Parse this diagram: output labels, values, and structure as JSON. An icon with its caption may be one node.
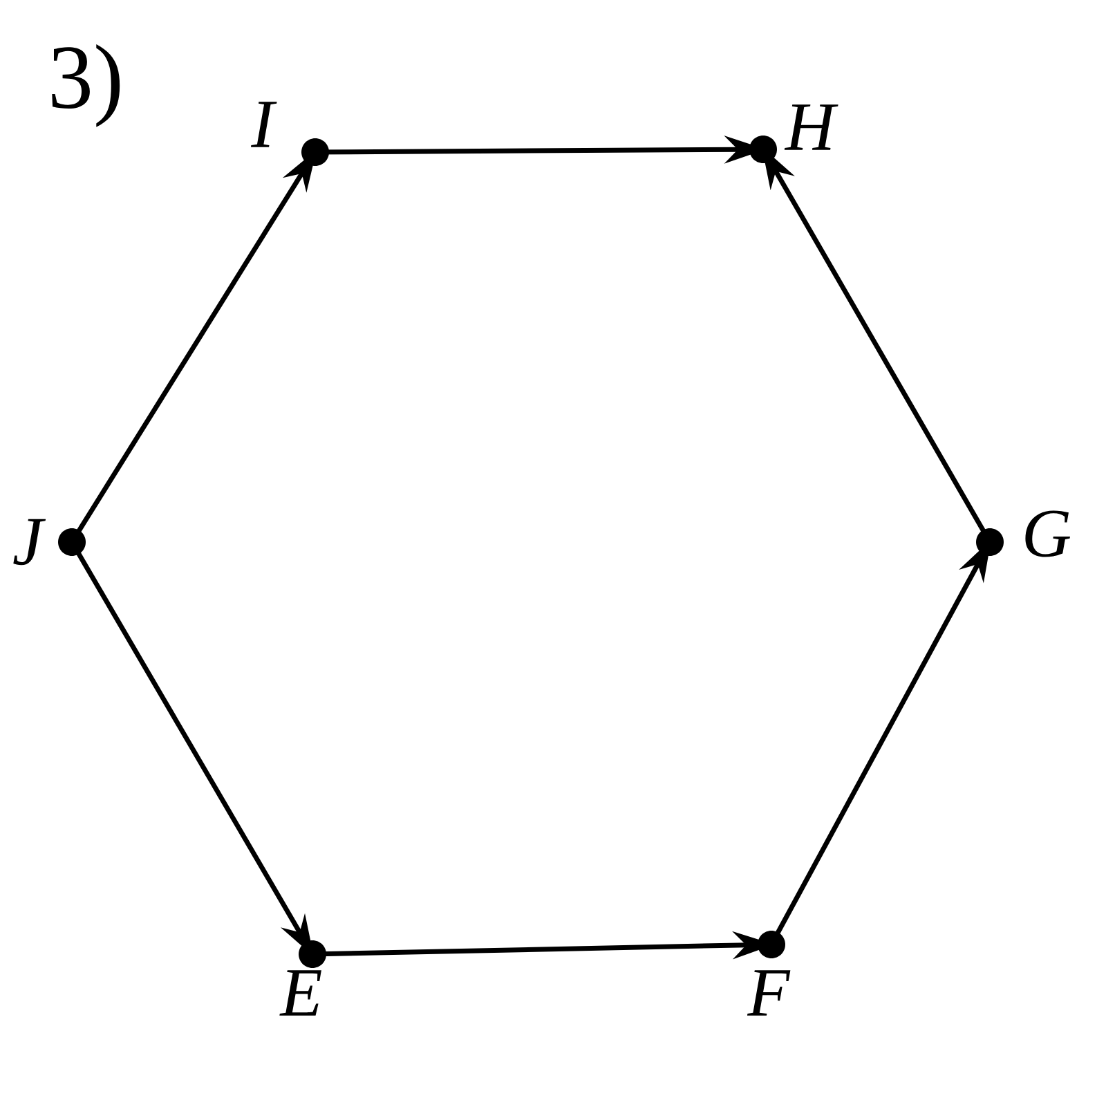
{
  "diagram": {
    "nodes": [
      {
        "text": [],
        "shape": "circle",
        "beside": [
          "I"
        ]
      },
      {
        "text": [],
        "shape": "circle",
        "beside": [
          "H"
        ]
      },
      {
        "text": [],
        "shape": "circle",
        "beside": [
          "J"
        ]
      },
      {
        "text": [],
        "shape": "circle",
        "beside": [
          "G"
        ]
      },
      {
        "text": [],
        "shape": "circle",
        "beside": [
          "E"
        ]
      },
      {
        "text": [],
        "shape": "circle",
        "beside": [
          "F"
        ]
      }
    ],
    "edges": [
      {
        "from": 0,
        "to": 1,
        "arrow": "to"
      },
      {
        "from": 2,
        "to": 0,
        "arrow": "to"
      },
      {
        "from": 3,
        "to": 1,
        "arrow": "to"
      },
      {
        "from": 2,
        "to": 4,
        "arrow": "to"
      },
      {
        "from": 5,
        "to": 3,
        "arrow": "to"
      },
      {
        "from": 4,
        "to": 5,
        "arrow": "to"
      }
    ],
    "labels": [
      "3)"
    ]
  }
}
